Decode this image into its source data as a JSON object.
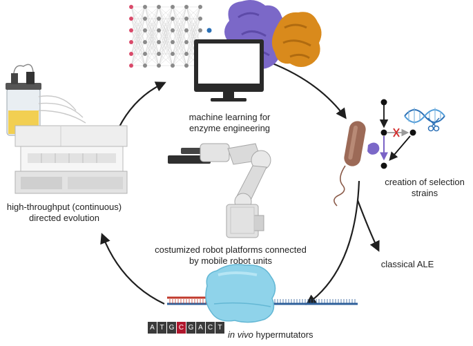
{
  "labels": {
    "ml": [
      "machine learning for",
      "enzyme engineering"
    ],
    "selection": [
      "creation of selection",
      "strains"
    ],
    "ale": "classical ALE",
    "robots": [
      "costumized robot platforms connected",
      "by mobile robot units"
    ],
    "hts": [
      "high-throughput (continuous)",
      "directed evolution"
    ],
    "hypermutators_prefix": "in vivo",
    "hypermutators_suffix": " hypermutators"
  },
  "dna_bases": [
    "A",
    "T",
    "G",
    "C",
    "G",
    "A",
    "C",
    "T"
  ],
  "colors": {
    "arrow": "#1f1f1f",
    "protein_purple": "#7b68c8",
    "protein_orange": "#d98a1c",
    "neural_red": "#d94a6a",
    "neural_gray": "#8a8a8a",
    "neural_blue": "#2a6fb5",
    "bacterium": "#9c6a57",
    "polymerase": "#8fd3ea",
    "dna_red": "#c0392b",
    "dna_blue": "#2e5f9a",
    "mutation_red": "#b0172d"
  }
}
